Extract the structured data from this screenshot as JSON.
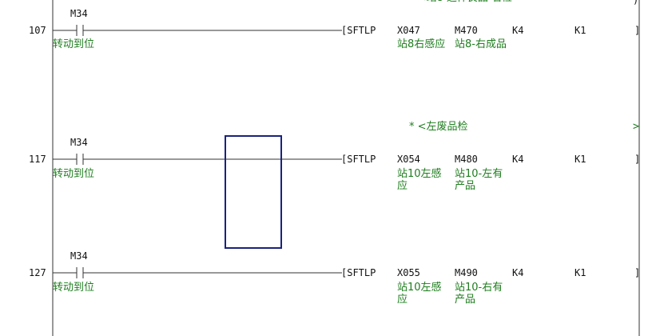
{
  "rungs": [
    {
      "step": "107",
      "contact": {
        "device": "M34",
        "comment": "转动到位"
      },
      "instruction": "[SFTLP",
      "operands": [
        {
          "value": "X047",
          "comment": "站8右感应"
        },
        {
          "value": "M470",
          "comment": "站8-右成品"
        },
        {
          "value": "K4",
          "comment": ""
        },
        {
          "value": "K1",
          "comment": ""
        }
      ],
      "close": "]"
    },
    {
      "step": "117",
      "note": "* <左废品检",
      "note_end": ">",
      "contact": {
        "device": "M34",
        "comment": "转动到位"
      },
      "instruction": "[SFTLP",
      "operands": [
        {
          "value": "X054",
          "comment": "站10左感应"
        },
        {
          "value": "M480",
          "comment": "站10-左有产品"
        },
        {
          "value": "K4",
          "comment": ""
        },
        {
          "value": "K1",
          "comment": ""
        }
      ],
      "close": "]"
    },
    {
      "step": "127",
      "contact": {
        "device": "M34",
        "comment": "转动到位"
      },
      "instruction": "[SFTLP",
      "operands": [
        {
          "value": "X055",
          "comment": "站10左感应"
        },
        {
          "value": "M490",
          "comment": "站10-右有产品"
        },
        {
          "value": "K4",
          "comment": ""
        },
        {
          "value": "K1",
          "comment": ""
        }
      ],
      "close": "]"
    }
  ],
  "colors": {
    "comment": "#1e7d1e",
    "wire": "#333333",
    "cursor": "#1a237e"
  }
}
